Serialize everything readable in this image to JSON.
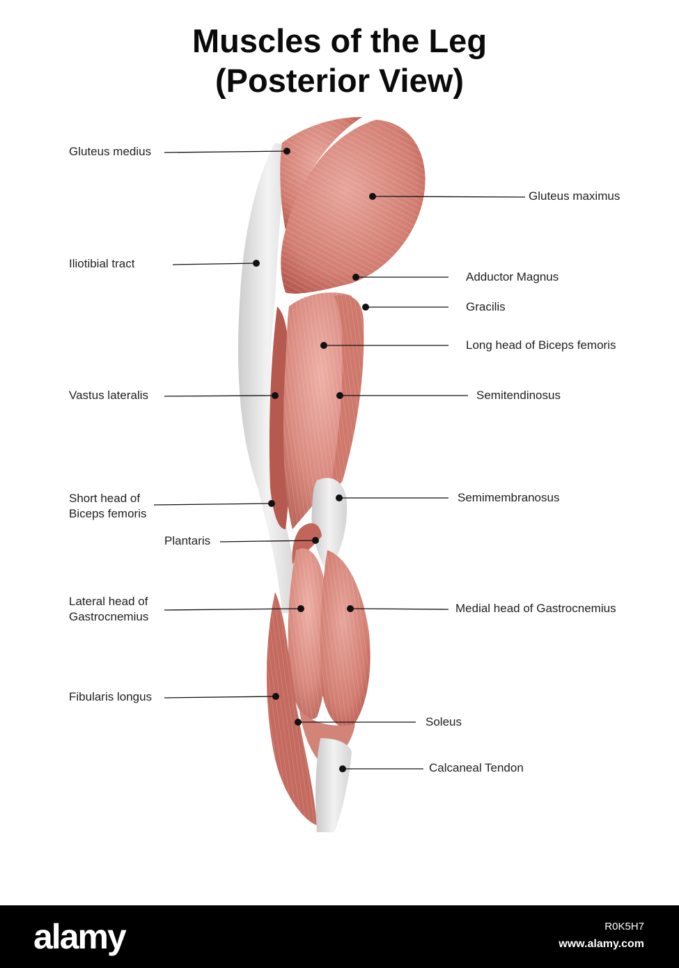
{
  "title": {
    "line1": "Muscles of the Leg",
    "line2": "(Posterior View)"
  },
  "labels": {
    "left": [
      {
        "id": "gluteus-medius",
        "lines": [
          "Gluteus medius"
        ]
      },
      {
        "id": "iliotibial-tract",
        "lines": [
          "Iliotibial tract"
        ]
      },
      {
        "id": "vastus-lateralis",
        "lines": [
          "Vastus lateralis"
        ]
      },
      {
        "id": "short-head-biceps",
        "lines": [
          "Short head of",
          "Biceps femoris"
        ]
      },
      {
        "id": "plantaris",
        "lines": [
          "Plantaris"
        ]
      },
      {
        "id": "lateral-gastrocnemius",
        "lines": [
          "Lateral head of",
          "Gastrocnemius"
        ]
      },
      {
        "id": "fibularis-longus",
        "lines": [
          "Fibularis longus"
        ]
      }
    ],
    "right": [
      {
        "id": "gluteus-maximus",
        "lines": [
          "Gluteus maximus"
        ]
      },
      {
        "id": "adductor-magnus",
        "lines": [
          "Adductor Magnus"
        ]
      },
      {
        "id": "gracilis",
        "lines": [
          "Gracilis"
        ]
      },
      {
        "id": "long-head-biceps",
        "lines": [
          "Long head of Biceps femoris"
        ]
      },
      {
        "id": "semitendinosus",
        "lines": [
          "Semitendinosus"
        ]
      },
      {
        "id": "semimembranosus",
        "lines": [
          "Semimembranosus"
        ]
      },
      {
        "id": "medial-gastrocnemius",
        "lines": [
          "Medial head of Gastrocnemius"
        ]
      },
      {
        "id": "soleus",
        "lines": [
          "Soleus"
        ]
      },
      {
        "id": "calcaneal-tendon",
        "lines": [
          "Calcaneal Tendon"
        ]
      }
    ]
  },
  "colors": {
    "muscle": "#d98a7f",
    "muscle_dark": "#b9574e",
    "tendon": "#e8e8e8",
    "leader": "#111111"
  },
  "footer": {
    "brand": "alamy",
    "image_code": "R0K5H7",
    "url": "www.alamy.com"
  }
}
